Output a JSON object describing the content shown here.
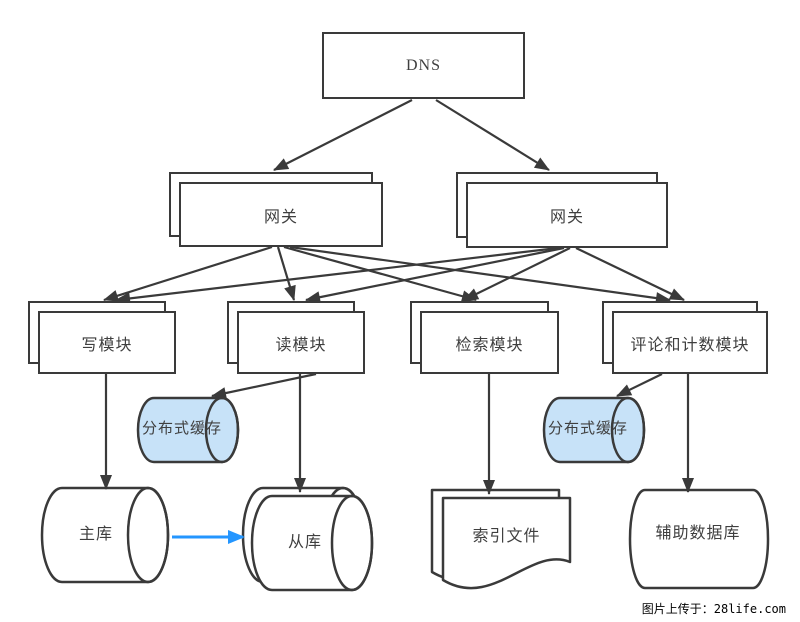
{
  "diagram": {
    "title": "web-architecture-diagram",
    "nodes": {
      "dns": {
        "label": "DNS",
        "shape": "rectangle"
      },
      "gateway_left": {
        "label": "网关",
        "shape": "stacked-rectangle"
      },
      "gateway_right": {
        "label": "网关",
        "shape": "stacked-rectangle"
      },
      "module_write": {
        "label": "写模块",
        "shape": "stacked-rectangle"
      },
      "module_read": {
        "label": "读模块",
        "shape": "stacked-rectangle"
      },
      "module_search": {
        "label": "检索模块",
        "shape": "stacked-rectangle"
      },
      "module_comment": {
        "label": "评论和计数模块",
        "shape": "stacked-rectangle"
      },
      "cache_left": {
        "label": "分布式缓存",
        "shape": "cylinder",
        "fill": "#c7e2f8"
      },
      "cache_right": {
        "label": "分布式缓存",
        "shape": "cylinder",
        "fill": "#c7e2f8"
      },
      "db_master": {
        "label": "主库",
        "shape": "cylinder"
      },
      "db_slave": {
        "label": "从库",
        "shape": "stacked-cylinder"
      },
      "index_file": {
        "label": "索引文件",
        "shape": "multi-document"
      },
      "aux_db": {
        "label": "辅助数据库",
        "shape": "stored-data"
      }
    },
    "edges": [
      {
        "from": "dns",
        "to": "gateway_left"
      },
      {
        "from": "dns",
        "to": "gateway_right"
      },
      {
        "from": "gateway_left",
        "to": "module_write"
      },
      {
        "from": "gateway_left",
        "to": "module_read"
      },
      {
        "from": "gateway_left",
        "to": "module_search"
      },
      {
        "from": "gateway_left",
        "to": "module_comment"
      },
      {
        "from": "gateway_right",
        "to": "module_write"
      },
      {
        "from": "gateway_right",
        "to": "module_read"
      },
      {
        "from": "gateway_right",
        "to": "module_search"
      },
      {
        "from": "gateway_right",
        "to": "module_comment"
      },
      {
        "from": "module_write",
        "to": "db_master"
      },
      {
        "from": "module_read",
        "to": "cache_left"
      },
      {
        "from": "module_read",
        "to": "db_slave"
      },
      {
        "from": "module_search",
        "to": "index_file"
      },
      {
        "from": "module_comment",
        "to": "cache_right"
      },
      {
        "from": "module_comment",
        "to": "aux_db"
      },
      {
        "from": "db_master",
        "to": "db_slave",
        "style": "replication-blue"
      }
    ],
    "colors": {
      "stroke": "#3a3a3a",
      "node_fill": "#ffffff",
      "cache_fill": "#c7e2f8",
      "replication_arrow": "#2496ff",
      "text": "#3f3f3f"
    }
  },
  "watermark": {
    "text": "图片上传于：28life.com"
  }
}
